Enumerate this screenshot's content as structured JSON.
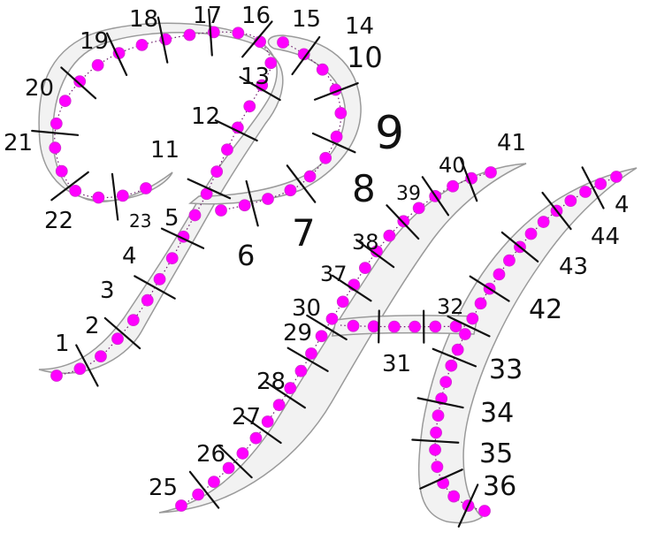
{
  "colors": {
    "background": "#ffffff",
    "glyph_fill": "#f2f2f2",
    "glyph_outline": "#9a9a9a",
    "dot": "#ff00ff",
    "dot_stroke": "#cc33cc",
    "dot_trail": "#6a1b6a",
    "marks": "#111111"
  },
  "glyph_ph": {
    "labels": [
      "1",
      "2",
      "3",
      "4",
      "23",
      "5",
      "6",
      "7",
      "8",
      "9",
      "10",
      "11",
      "12",
      "13",
      "14",
      "15",
      "16",
      "17",
      "18",
      "19",
      "20",
      "21",
      "22"
    ]
  },
  "glyph_h": {
    "labels": [
      "25",
      "26",
      "27",
      "28",
      "29",
      "30",
      "31",
      "32",
      "33",
      "34",
      "35",
      "36",
      "37",
      "38",
      "39",
      "40",
      "41",
      "42",
      "43",
      "44",
      "4"
    ]
  }
}
